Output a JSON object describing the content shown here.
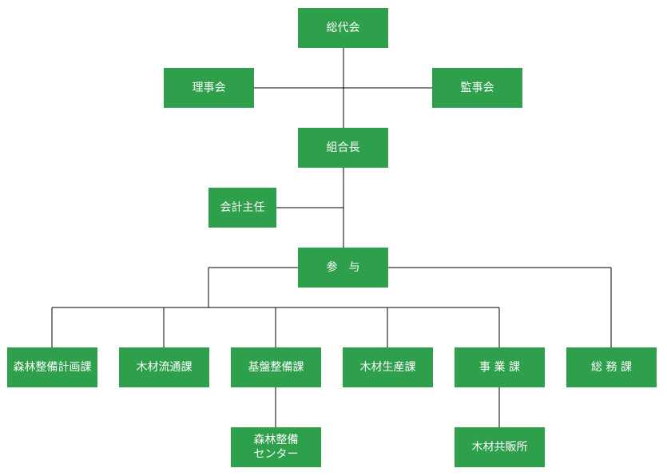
{
  "org": {
    "general_meeting": "総代会",
    "board": "理事会",
    "auditors": "監事会",
    "president": "組合長",
    "accountant": "会計主任",
    "advisor": "参　与",
    "departments": {
      "forest_planning": "森林整備計画課",
      "timber_distribution": "木材流通課",
      "infrastructure": "基盤整備課",
      "timber_production": "木材生産課",
      "business": "事 業 課",
      "general_affairs": "総 務 課"
    },
    "sub_units": {
      "forest_center_line1": "森林整備",
      "forest_center_line2": "センター",
      "timber_market": "木材共販所"
    }
  }
}
